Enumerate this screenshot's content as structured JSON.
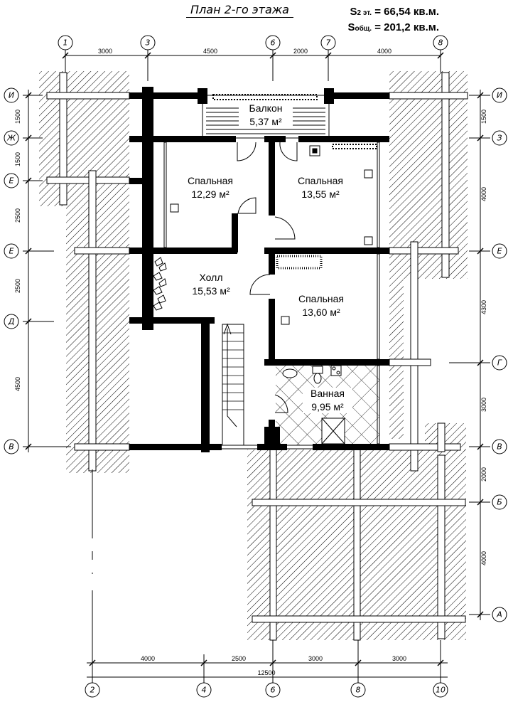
{
  "title": "План 2-го этажа",
  "area_floor": {
    "prefix": "S",
    "sub": "2 эт.",
    "value": "= 66,54 кв.м."
  },
  "area_total": {
    "prefix": "S",
    "sub": "общ.",
    "value": "= 201,2 кв.м."
  },
  "rooms": [
    {
      "name": "Балкон",
      "area": "5,37 м²"
    },
    {
      "name": "Спальная",
      "area": "12,29 м²"
    },
    {
      "name": "Спальная",
      "area": "13,55 м²"
    },
    {
      "name": "Холл",
      "area": "15,53 м²"
    },
    {
      "name": "Спальная",
      "area": "13,60 м²"
    },
    {
      "name": "Ванная",
      "area": "9,95 м²"
    }
  ],
  "axes_top": [
    "1",
    "3",
    "6",
    "7",
    "8"
  ],
  "axes_bottom": [
    "2",
    "4",
    "6",
    "8",
    "10"
  ],
  "axes_left": [
    "И",
    "Ж",
    "Е",
    "Е",
    "Д",
    "В"
  ],
  "axes_right": [
    "И",
    "З",
    "Е",
    "Г",
    "В",
    "Б",
    "А"
  ],
  "dims_top": [
    "3000",
    "4500",
    "2000",
    "4000"
  ],
  "dims_bottom": [
    "4000",
    "2500",
    "3000",
    "3000"
  ],
  "dim_bottom_total": "12500",
  "dims_left": [
    "1500",
    "1500",
    "2500",
    "2500",
    "4500"
  ],
  "dims_right": [
    "1500",
    "4000",
    "4300",
    "3000",
    "2000",
    "4000"
  ]
}
